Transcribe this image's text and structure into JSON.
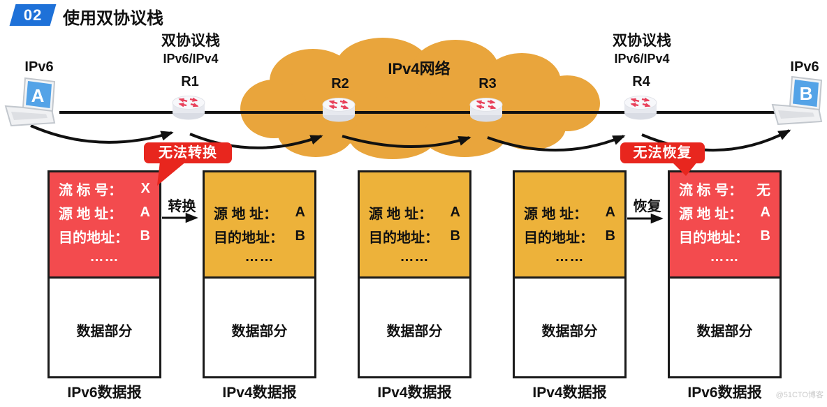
{
  "slide": {
    "badge": "02",
    "title": "使用双协议栈",
    "watermark": "@51CTO博客"
  },
  "topology": {
    "host_a": {
      "protocol": "IPv6",
      "letter": "A"
    },
    "host_b": {
      "protocol": "IPv6",
      "letter": "B"
    },
    "routers": [
      {
        "name": "R1",
        "stack": "双协议栈",
        "protocols": "IPv6/IPv4"
      },
      {
        "name": "R2"
      },
      {
        "name": "R3"
      },
      {
        "name": "R4",
        "stack": "双协议栈",
        "protocols": "IPv6/IPv4"
      }
    ],
    "cloud_label": "IPv4网络",
    "callout_left": "无法转换",
    "callout_right": "无法恢复"
  },
  "flow": {
    "convert": "转换",
    "restore": "恢复"
  },
  "packets": [
    {
      "rows": [
        {
          "label": "流 标 号：",
          "value": "X"
        },
        {
          "label": "源 地 址：",
          "value": "A"
        },
        {
          "label": "目的地址：",
          "value": "B"
        }
      ],
      "ellipsis": "……",
      "data_label": "数据部分",
      "caption": "IPv6数据报"
    },
    {
      "rows": [
        {
          "label": "源 地 址：",
          "value": "A"
        },
        {
          "label": "目的地址：",
          "value": "B"
        }
      ],
      "ellipsis": "……",
      "data_label": "数据部分",
      "caption": "IPv4数据报"
    },
    {
      "rows": [
        {
          "label": "源 地 址：",
          "value": "A"
        },
        {
          "label": "目的地址：",
          "value": "B"
        }
      ],
      "ellipsis": "……",
      "data_label": "数据部分",
      "caption": "IPv4数据报"
    },
    {
      "rows": [
        {
          "label": "源 地 址：",
          "value": "A"
        },
        {
          "label": "目的地址：",
          "value": "B"
        }
      ],
      "ellipsis": "……",
      "data_label": "数据部分",
      "caption": "IPv4数据报"
    },
    {
      "rows": [
        {
          "label": "流 标 号：",
          "value": "无"
        },
        {
          "label": "源 地 址：",
          "value": "A"
        },
        {
          "label": "目的地址：",
          "value": "B"
        }
      ],
      "ellipsis": "……",
      "data_label": "数据部分",
      "caption": "IPv6数据报"
    }
  ],
  "colors": {
    "badge_blue": "#1E71D8",
    "header_red": "#F34B4E",
    "header_yellow": "#EDB23A",
    "callout_red": "#E8261E",
    "cloud_orange": "#E9A53C",
    "screen_blue": "#54A3E7"
  }
}
